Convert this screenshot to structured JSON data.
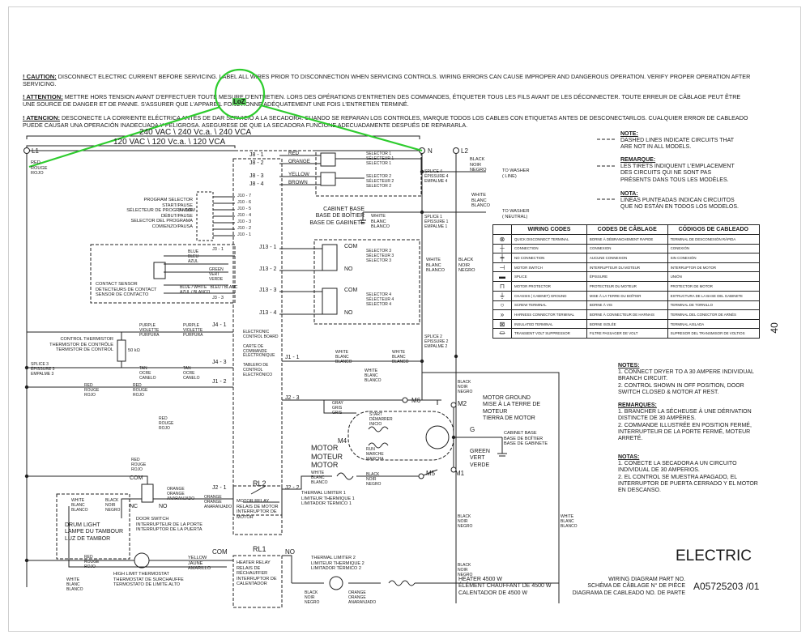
{
  "warnings": {
    "caution_head": "! CAUTION:",
    "caution_text": " DISCONNECT ELECTRIC CURRENT BEFORE SERVICING. LABEL ALL WIRES PRIOR TO DISCONNECTION WHEN SERVICING CONTROLS. WIRING ERRORS CAN CAUSE IMPROPER AND DANGEROUS OPERATION. VERIFY PROPER OPERATION AFTER SERVICING.",
    "attention_head": "! ATTENTION:",
    "attention_text": " METTRE HORS TENSION AVANT D'EFFECTUER TOUTE MESURE D'ENTRETIEN. LORS DES OPÉRATIONS D'ENTRETIEN DES COMMANDES, ÉTIQUETER TOUS LES FILS AVANT DE LES DÉCONNECTER. TOUTE ERREUR DE CÂBLAGE PEUT ÊTRE UNE SOURCE DE DANGER ET DE PANNE. S'ASSURER QUE L'APPAREIL FONCTIONNE ADÉQUATEMENT UNE FOIS L'ENTRETIEN TERMINÉ.",
    "atencion_head": "! ATENCION:",
    "atencion_text": " DESCONECTE LA CORRIENTE ELÉCTRICA ANTES DE DAR SERVICIO A LA SECADORA. CUANDO SE REPARAN LOS CONTROLES, MARQUE TODOS LOS CABLES CON ETIQUETAS ANTES DE DESCONECTARLOS. CUALQUIER ERROR DE CABLEADO PUEDE CAUSAR UNA OPERACIÓN INADECUADA Y PELIGROSA. ASEGURESE DE QUE LA SECADORA FUNCIONE ADECUADAMENTE DESPUÉS DE REPARARLA."
  },
  "watermark": "LoZ",
  "voltage": {
    "v240": "240 VAC \\ 240 Vc.a. \\ 240 VCA",
    "v120": "120 VAC \\ 120 Vc.a. \\ 120 VCA"
  },
  "lines": {
    "l1": "L1",
    "n": "N",
    "l2": "L2"
  },
  "wires": {
    "red_l1": "RED\nROUGE\nROJO",
    "black_l2": "BLACK\nNOIR\nNEGRO",
    "white_blanc": "WHITE\nBLANC\nBLANCO",
    "white_neutral": "WHITE\nBLANC\nBLANCO",
    "white_cab": "WHITE\nBLANC\nBLANCO",
    "white_ground": "WHITE\nBLANC\nBLANCO",
    "black_right": "BLACK\nNOIR\nNEGRO",
    "purple1": "PURPLE\nVIOLETTE\nPURPURA",
    "purple2": "PURPLE\nVIOLETTE\nPURPURA",
    "tan1": "TAN\nOCRE\nCANELO",
    "tan2": "TAN\nOCRE\nCANELO",
    "red_a": "RED\nROUGE\nROJO",
    "red_b": "RED\nROUGE\nROJO",
    "red_c": "RED\nROUGE\nROJO",
    "red_d": "RED\nROUGE\nROJO",
    "red_e": "RED\nROUGE\nROJO",
    "white_j1": "WHITE\nBLANC\nBLANCO",
    "white_j1b": "WHITE\nBLANC\nBLANCO",
    "white_motor": "WHITE\nBLANC\nBLANCO",
    "gray": "GRAY\nGRIS\nGRIS",
    "black_m2": "BLACK\nNOIR\nNEGRO",
    "black_m5": "BLACK\nNOIR\nNEGRO",
    "white_tl": "WHITE\nBLANC\nBLANCO",
    "black_tl": "BLACK\nNOIR\nNEGRO",
    "orange1": "ORANGE\nORANGE\nANARANJADO",
    "orange2": "ORANGE\nORANGE\nANARANJADO",
    "yellow": "YELLOW\nJAUNE\nAMARILLO",
    "black_heater": "BLACK\nNOIR\nNEGRO",
    "black_heater2": "BLACK\nNOIR\nNEGRO",
    "orange_heater": "ORANGE\nORANGE\nANARANJADO",
    "green": "GREEN\nVERT\nVERDE",
    "white_drum": "WHITE\nBLANC\nBLANCO",
    "black_drum": "BLACK\nNOIR\nNEGRO",
    "white_bottom": "WHITE\nBLANC\nBLANCO",
    "white_far": "WHITE\nBLANC\nBLANCO",
    "black_mid": "BLACK\nNOIR\nNEGRO"
  },
  "connectors": {
    "j8_1": "J8 - 1",
    "j8_2": "J8 - 2",
    "j8_3": "J8 - 3",
    "j8_4": "J8 - 4",
    "red": "RED",
    "orange": "ORANGE",
    "yellow": "YELLOW",
    "brown": "BROWN",
    "j10": [
      "J10 - 7",
      "J10 - 6",
      "J10 - 5",
      "J10 - 4",
      "J10 - 3",
      "J10 - 2",
      "J10 - 1"
    ],
    "com3": "3 / COM",
    "j13_1": "J13 - 1",
    "j13_2": "J13 - 2",
    "j13_3": "J13 - 3",
    "j13_4": "J13 - 4",
    "j3_1": "J3 - 1",
    "j3_3": "J3 - 3",
    "j4_1": "J4 - 1",
    "j4_3": "J4 - 3",
    "j1_1": "J1 - 1",
    "j1_2": "J1 - 2",
    "j2_3": "J2 - 3",
    "j2_1": "J2 - 1",
    "j2_2": "J2 - 2",
    "com": "COM",
    "no": "NO",
    "nc": "NC",
    "m1": "M1",
    "m2": "M2",
    "m4": "M4",
    "m5": "M5",
    "m6": "M6",
    "g": "G",
    "rl1": "RL1",
    "rl2": "RL2"
  },
  "labels": {
    "selector1": "SELECTOR 1\nSÉLECTEUR 1\nSELECTOR 1",
    "splice4": "SPLICE 4\nÉPISSURE 4\nEMPALME 4",
    "to_washer_line": "TO WASHER\n( LINE)",
    "selector2": "SELECTOR 2\nSÉLECTEUR 2\nSELECTOR 2",
    "cabinet_base": "CABINET BASE\nBASE DE BOÎTIER\nBASE DE GABINETE",
    "to_washer_neutral": "TO WASHER\n( NEUTRAL)",
    "splice1": "SPLICE 1\nÉPISSURE 1\nEMPALME 1",
    "program_selector": "PROGRAM SELECTOR\nSTART/PAUSE\nSÉLECTEUR DE PROGRAMME\nDÉBUT/PAUSE\nSELECTOR DEL PROGRAMA\nCOMIENZO/PAUSA",
    "selector3": "SELECTOR 3\nSÉLECTEUR 3\nSELECTOR 3",
    "selector4": "SELECTOR 4\nSÉLECTEUR 4\nSELECTOR 4",
    "contact_sensor": "CONTACT SENSOR\nDÉTECTEURS DE CONTACT\nSENSOR DE CONTACTO",
    "sensor_wires": "BLUE\nBLEU\nAZUL",
    "sensor_wires2": "GREEN\nVERT\nVERDE",
    "sensor_wires3": "BLUE / WHITE   BLEU / BLANC\nAZUL / BLANCO",
    "control_thermistor": "CONTROL THERMISTOR\nTHERMISTOR DE CONTRÔLE\nTERMISTOR DE CONTROL",
    "kohm": "50 kΩ",
    "electronic_board": "ELECTRONIC\nCONTROL BOARD\n\nCARTE DE\nCOMMANDE\nÉLECTRONIQUE\n\nTABLERO DE\nCONTROL\nELECTRÓNICO",
    "splice3": "SPLICE 3\nÉPISSURE 3\nEMPALME 3",
    "splice2": "SPLICE 2\nÉPISSURE 2\nEMPALME 2",
    "motor_ground": "MOTOR GROUND\nMISE À LA TERRE DE\nMOTEUR\nTIERRA DE MOTOR",
    "start": "START\nDÉMARRER\nINICIO",
    "run": "RUN\nMARCHE\nMARCHA",
    "motor": "MOTOR\nMOTEUR\nMOTOR",
    "cabinet_base2": "CABINET BASE\nBASE DE BOÎTIER\nBASE DE GABINETE",
    "thermal_limiter1": "THERMAL LIMITER 1\nLIMITEUR THERMIQUE 1\nLIMITADOR TÉRMICO 1",
    "motor_relay": "MOTOR RELAY\nRELAIS DE MOTOR\nINTERRUPTOR DE\nMOTOR",
    "door_switch": "DOOR SWITCH\nINTERRUPTEUR DE LA PORTE\nINTERRUPTOR DE LA PUERTA",
    "drum_light": "DRUM LIGHT\nLAMPE DU TAMBOUR\nLUZ DE TAMBOR",
    "heater_relay": "HEATER RELAY\nRELAIS DE\nRÉCHAUFFER\nINTERRUPTOR DE\nCALENTADOR",
    "high_limit": "HIGH LIMIT THERMOSTAT\nTHERMOSTAT DE SURCHAUFFE\nTERMOSTATO DE LIMITE ALTO",
    "thermal_limiter2": "THERMAL LIMITER 2\nLIMITEUR THERMIQUE 2\nLIMITADOR TÉRMICO 2",
    "heater": "HEATER 4500 W\nÉLÉMENT CHAUFFANT DE 4500 W\nCALENTADOR DE 4500 W"
  },
  "note": {
    "h1": "NOTE:",
    "t1": "DASHED LINES INDICATE CIRCUITS THAT\nARE NOT IN ALL MODELS.",
    "h2": "REMARQUE:",
    "t2": "LES TIRETS INDIQUENT L'EMPLACEMENT\nDES CIRCUITS QUI NE SONT PAS\nPRÉSENTS DANS TOUS LES MODÈLES.",
    "h3": "NOTA:",
    "t3": "LINEAS PUNTEADAS INDICAN CIRCUITOS\nQUE NO ESTÁN EN TODOS LOS MODELOS."
  },
  "codes_table": {
    "headers": [
      "WIRING CODES",
      "CODES DE CÂBLAGE",
      "CÓDIGOS DE CABLEADO"
    ],
    "rows": [
      {
        "sym": "⊗",
        "en": "QUICK DISCONNECT TERMINAL",
        "fr": "BORNE À DÉBRANCHEMENT RAPIDE",
        "es": "TERMINAL DE DESCONEXIÓN RÁPIDA"
      },
      {
        "sym": "┼",
        "en": "CONNECTION",
        "fr": "CONNEXION",
        "es": "CONEXIÓN"
      },
      {
        "sym": "┿",
        "en": "NO CONNECTION",
        "fr": "AUCUNE CONNEXION",
        "es": "SIN CONEXIÓN"
      },
      {
        "sym": "⊣",
        "en": "MOTOR SWITCH",
        "fr": "INTERRUPTEUR DU MOTEUR",
        "es": "INTERRUPTOR DE MOTOR"
      },
      {
        "sym": "▬",
        "en": "SPLICE",
        "fr": "ÉPISSURE",
        "es": "UNIÓN"
      },
      {
        "sym": "⊓",
        "en": "MOTOR PROTECTOR",
        "fr": "PROTECTEUR DU MOTEUR",
        "es": "PROTECTOR DE MOTOR"
      },
      {
        "sym": "⏚",
        "en": "CHASSIS  ( CABINET)  GROUND",
        "fr": "MISE À LA TERRE DU BOÎTIER",
        "es": "ESTRUCTURA DE LA BASE DEL GABINETE"
      },
      {
        "sym": "○",
        "en": "SCREW TERMINAL",
        "fr": "BORNE À VIS",
        "es": "TERMINAL DE TORNILLO"
      },
      {
        "sym": "»",
        "en": "HARNESS CONNECTOR TERMINAL",
        "fr": "BORNE À CONNECTEUR DE HARNAIS",
        "es": "TERMINAL DEL CONECTOR DE ARNÉS"
      },
      {
        "sym": "⊠",
        "en": "INSULATED TERMINAL",
        "fr": "BORNE ISOLÉE",
        "es": "TERMINAL AISLADA"
      },
      {
        "sym": "⏛",
        "en": "TRANSIENT VOLT SUPPRESSOR",
        "fr": "FILTRE PASSAGER DE VOLT",
        "es": "SUPRESOR DEL TRANSMISOR DE VOLTIOS"
      }
    ]
  },
  "notes": {
    "h1": "NOTES:",
    "t1": "1. CONNECT DRYER TO A 30 AMPERE INDIVIDUAL\nBRANCH CIRCUIT.\n2. CONTROL SHOWN IN OFF POSITION, DOOR\nSWITCH CLOSED & MOTOR AT REST.",
    "h2": "REMARQUES:",
    "t2": "1. BRANCHER LA SÉCHEUSE À UNE DÉRIVATION\nDISTINCTE DE 30 AMPÈRES.\n2. COMMANDE ILLUSTRÉE EN POSITION FERMÉ,\nINTERRUPTEUR DE LA PORTE FERMÉ, MOTEUR\nARRETÉ.",
    "h3": "NOTAS:",
    "t3": "1. CONECTE LA SECADORA A UN CIRCUITO\nINDIVIDUAL DE 30 AMPERIOS.\n2. EL CONTROL SE MUESTRA APAGADO, EL\nINTERRUPTOR DE PUERTA CERRADO Y EL MOTOR\nEN DESCANSO."
  },
  "title_block": {
    "electric": "ELECTRIC",
    "part_label": "WIRING DIAGRAM PART NO.\nSCHÉMA DE CÂBLAGE N° DE PIÈCE\nDIAGRAMA DE CABLEADO NO. DE PARTE",
    "part_no": "A05725203 /01"
  },
  "page_number": "40"
}
